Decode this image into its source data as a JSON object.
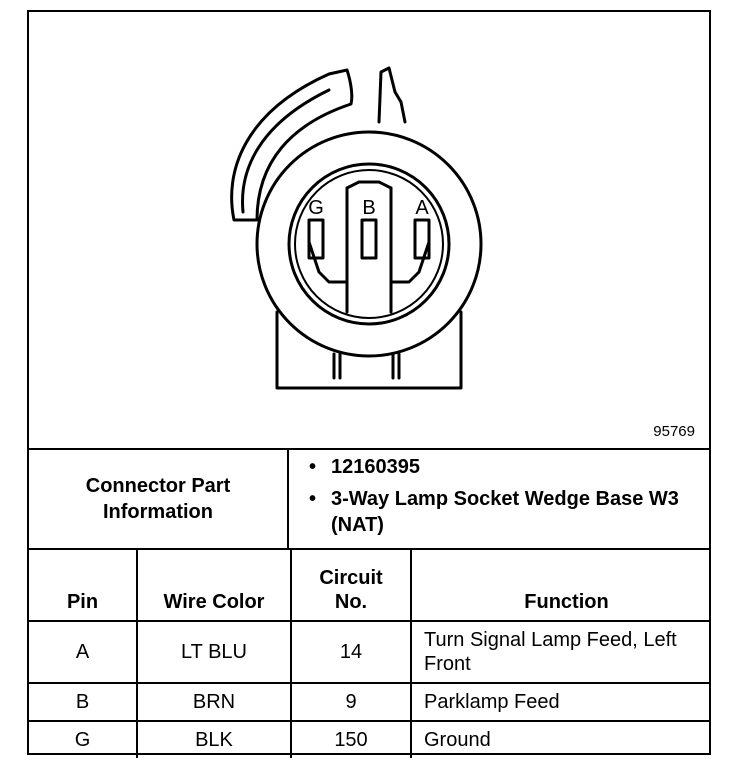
{
  "diagram": {
    "figure_number": "95769",
    "pin_labels": [
      "G",
      "B",
      "A"
    ]
  },
  "connector_info": {
    "label": "Connector Part Information",
    "items": [
      "12160395",
      "3-Way Lamp Socket Wedge Base W3 (NAT)"
    ]
  },
  "table": {
    "headers": {
      "pin": "Pin",
      "wire_color": "Wire Color",
      "circuit": "Circuit No.",
      "function": "Function"
    },
    "rows": [
      {
        "pin": "A",
        "wire_color": "LT BLU",
        "circuit": "14",
        "function": "Turn Signal Lamp Feed, Left Front"
      },
      {
        "pin": "B",
        "wire_color": "BRN",
        "circuit": "9",
        "function": "Parklamp Feed"
      },
      {
        "pin": "G",
        "wire_color": "BLK",
        "circuit": "150",
        "function": "Ground"
      }
    ]
  }
}
